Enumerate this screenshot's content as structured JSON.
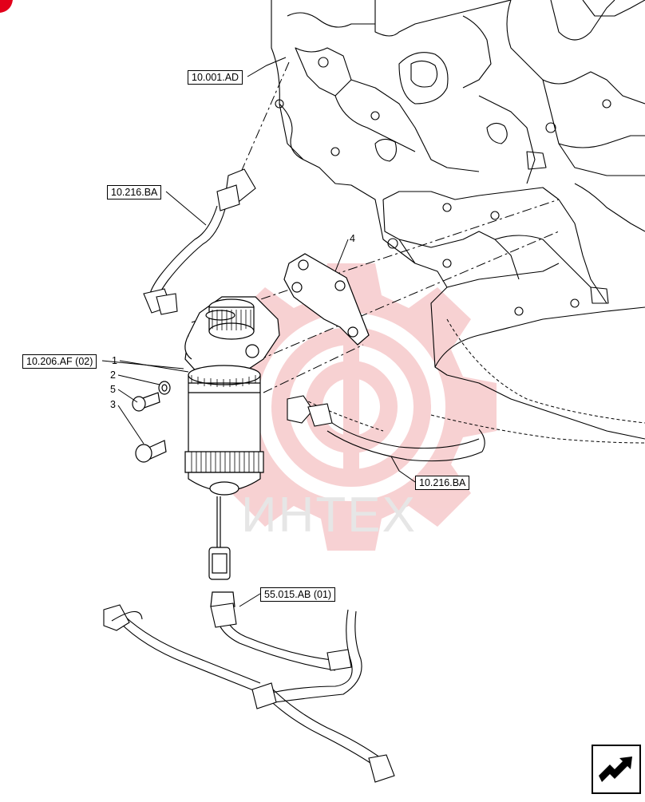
{
  "references": {
    "ref_10_001_AD": "10.001.AD",
    "ref_10_216_BA_top": "10.216.BA",
    "ref_10_206_AF": "10.206.AF (02)",
    "ref_10_216_BA_bottom": "10.216.BA",
    "ref_55_015_AB": "55.015.AB (01)"
  },
  "callouts": {
    "c1": "1",
    "c2": "2",
    "c3": "3",
    "c4": "4",
    "c5": "5"
  },
  "watermark": {
    "text": "ИНТЕХ",
    "color": "#f3c4c6"
  },
  "icons": {
    "next_page": "next-page-arrow-icon"
  }
}
